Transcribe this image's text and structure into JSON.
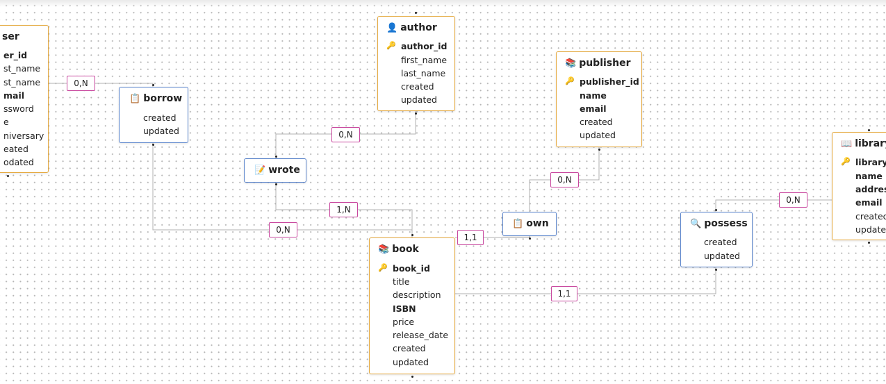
{
  "entities": {
    "user": {
      "title": "ser",
      "icon": "user-icon",
      "attrs": [
        {
          "name": "er_id",
          "key": true
        },
        {
          "name": "st_name",
          "key": false
        },
        {
          "name": "st_name",
          "key": false
        },
        {
          "name": "mail",
          "key": true
        },
        {
          "name": "ssword",
          "key": false
        },
        {
          "name": "e",
          "key": false
        },
        {
          "name": "niversary",
          "key": false
        },
        {
          "name": "eated",
          "key": false
        },
        {
          "name": "odated",
          "key": false
        }
      ]
    },
    "author": {
      "title": "author",
      "icon": "person-icon",
      "attrs": [
        {
          "name": "author_id",
          "key": true
        },
        {
          "name": "first_name",
          "key": false
        },
        {
          "name": "last_name",
          "key": false
        },
        {
          "name": "created",
          "key": false
        },
        {
          "name": "updated",
          "key": false
        }
      ]
    },
    "publisher": {
      "title": "publisher",
      "icon": "books-icon",
      "attrs": [
        {
          "name": "publisher_id",
          "key": true
        },
        {
          "name": "name",
          "key": true
        },
        {
          "name": "email",
          "key": true
        },
        {
          "name": "created",
          "key": false
        },
        {
          "name": "updated",
          "key": false
        }
      ]
    },
    "book": {
      "title": "book",
      "icon": "books-icon",
      "attrs": [
        {
          "name": "book_id",
          "key": true
        },
        {
          "name": "title",
          "key": false
        },
        {
          "name": "description",
          "key": false
        },
        {
          "name": "ISBN",
          "key": true
        },
        {
          "name": "price",
          "key": false
        },
        {
          "name": "release_date",
          "key": false
        },
        {
          "name": "created",
          "key": false
        },
        {
          "name": "updated",
          "key": false
        }
      ]
    },
    "library": {
      "title": "library",
      "icon": "open-book-icon",
      "attrs": [
        {
          "name": "library_",
          "key": true
        },
        {
          "name": "name",
          "key": true
        },
        {
          "name": "address",
          "key": true
        },
        {
          "name": "email",
          "key": true
        },
        {
          "name": "created",
          "key": false
        },
        {
          "name": "updated",
          "key": false
        }
      ]
    }
  },
  "relations": {
    "borrow": {
      "title": "borrow",
      "icon": "clipboard-icon",
      "attrs": [
        "created",
        "updated"
      ]
    },
    "wrote": {
      "title": "wrote",
      "icon": "memo-icon",
      "attrs": []
    },
    "own": {
      "title": "own",
      "icon": "clipboard-icon",
      "attrs": []
    },
    "possess": {
      "title": "possess",
      "icon": "magnifier-icon",
      "attrs": [
        "created",
        "updated"
      ]
    }
  },
  "cardinalities": {
    "user_borrow": "0,N",
    "author_wrote": "0,N",
    "book_wrote": "1,N",
    "book_borrow": "0,N",
    "book_own": "1,1",
    "publisher_own": "0,N",
    "library_possess": "0,N",
    "book_possess": "1,1"
  },
  "colors": {
    "entity_border": "#e5a93f",
    "relation_border": "#5b85cc",
    "cardinality_border": "#c8479e",
    "edge": "#b0b0b0"
  }
}
